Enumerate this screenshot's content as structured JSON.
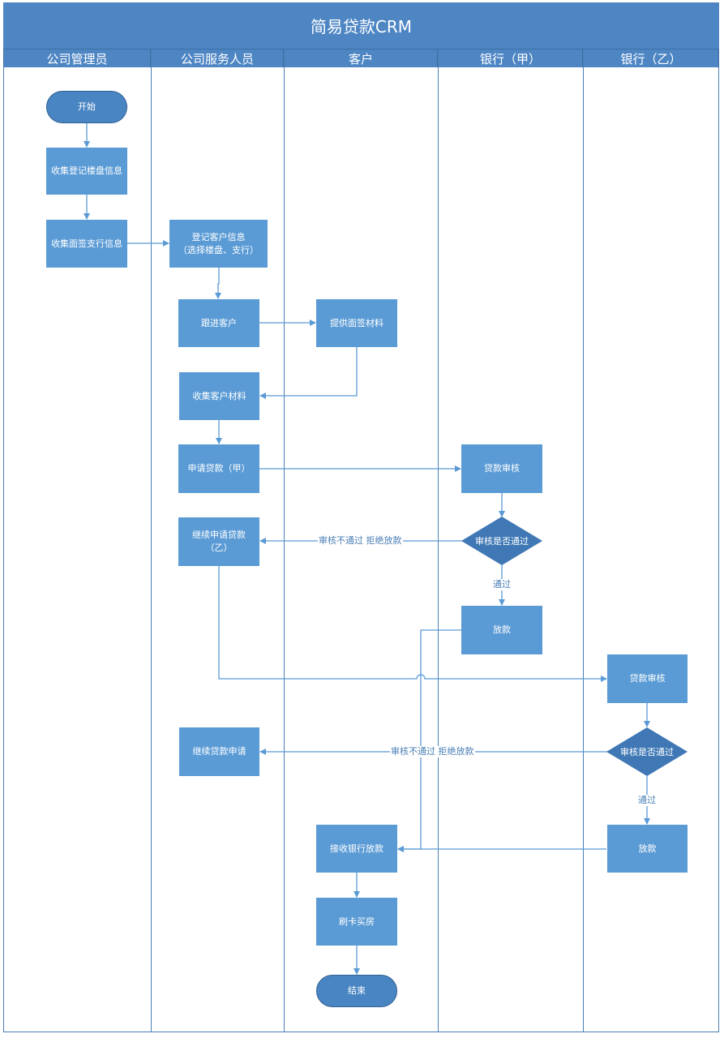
{
  "title": "简易贷款CRM",
  "lanes": [
    "公司管理员",
    "公司服务人员",
    "客户",
    "银行（甲）",
    "银行（乙）"
  ],
  "nodes": {
    "start": "开始",
    "collect_property": "收集登记楼盘信息",
    "collect_bank": "收集面签支行信息",
    "register_customer": "登记客户信息\n（选择楼盘、支行）",
    "follow_customer": "跟进客户",
    "provide_materials": "提供面签材料",
    "collect_materials": "收集客户材料",
    "apply_loan_a": "申请贷款（甲）",
    "loan_review_a": "贷款审核",
    "decision_a": "审核是否通过",
    "continue_apply_b": "继续申请贷款\n（乙）",
    "disburse_a": "放款",
    "loan_review_b": "贷款审核",
    "decision_b": "审核是否通过",
    "continue_loan_apply": "继续贷款申请",
    "disburse_b": "放款",
    "receive_disbursement": "接收银行放款",
    "swipe_buy": "刷卡买房",
    "end": "结束"
  },
  "edge_labels": {
    "reject_a": "审核不通过 拒绝放款",
    "pass_a": "通过",
    "reject_b": "审核不通过 拒绝放款",
    "pass_b": "通过"
  },
  "colors": {
    "header": "#4e86c4",
    "process": "#5b9bd5",
    "terminal": "#4a85c3",
    "decision": "#3f78b5",
    "line": "#5b9bd5"
  }
}
